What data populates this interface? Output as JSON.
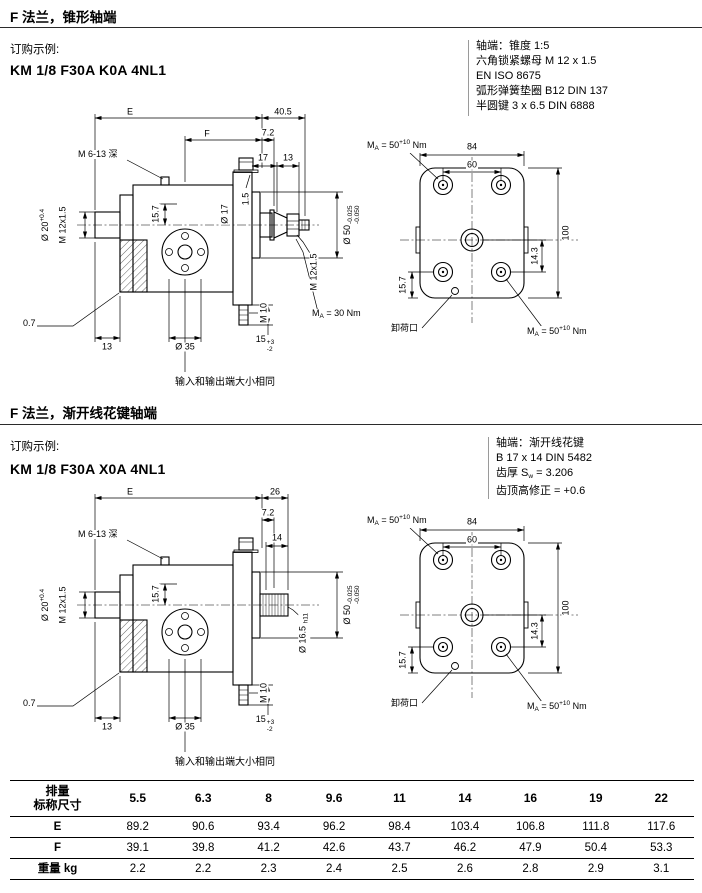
{
  "section1": {
    "title": "F 法兰，锥形轴端",
    "order_label": "订购示例:",
    "order_code": "KM 1/8 F30A K0A 4NL1",
    "specs": [
      "轴端：锥度 1:5",
      "六角锁紧螺母 M 12 x 1.5",
      "EN ISO 8675",
      "弧形弹簧垫圈 B12  DIN 137",
      "半圆键 3 x 6.5  DIN 6888"
    ],
    "side": {
      "dim_40_5": "40.5",
      "dim_f": "F",
      "dim_17": "17",
      "dim_13": "13",
      "dia17": "Ø 17",
      "dim_1_5": "1.5",
      "m12_shaft": "M 12x1.5",
      "ma30": {
        "pre": "M",
        "sub": "A",
        "post": " = 30 Nm"
      }
    }
  },
  "section2": {
    "title": "F 法兰，渐开线花键轴端",
    "order_label": "订购示例:",
    "order_code": "KM 1/8 F30A X0A 4NL1",
    "specs": [
      "轴端：渐开线花键",
      "B 17 x 14  DIN 5482"
    ],
    "spec_tooth": {
      "pre": "齿厚 S",
      "sub": "w",
      "post": " = 3.206"
    },
    "spec_correction": "齿顶高修正 = +0.6",
    "side": {
      "dim_26": "26",
      "dim_14": "14",
      "dia16_5": {
        "base": "Ø 16.5 ",
        "sub": "h11"
      }
    }
  },
  "side_shared": {
    "dim_e": "E",
    "dim_7_2": "7.2",
    "m6": "M 6-13 深",
    "dia20": {
      "base": "Ø 20",
      "sup": "+0.4"
    },
    "m12_port": "M 12x1.5",
    "dim_15_7": "15.7",
    "dia50": {
      "base": "Ø 50",
      "tol_u": "-0.025",
      "tol_l": "-0.050"
    },
    "m10": "M 10",
    "dim_0_7": "0.7",
    "dim_13": "13",
    "dia35": "Ø 35",
    "dim_15": {
      "base": "15",
      "tol_u": "+3",
      "tol_l": "-2"
    },
    "note": "输入和输出端大小相同"
  },
  "front_shared": {
    "dim_84": "84",
    "dim_60": "60",
    "dim_100": "100",
    "dim_14_3": "14.3",
    "dim_15_7": "15.7",
    "port_label": "卸荷口",
    "torque": {
      "pre": "M",
      "sub": "A",
      "mid": " = 50",
      "sup": "+10",
      "post": " Nm"
    }
  },
  "table": {
    "header_line1": "排量",
    "header_line2": "标称尺寸",
    "columns": [
      "5.5",
      "6.3",
      "8",
      "9.6",
      "11",
      "14",
      "16",
      "19",
      "22"
    ],
    "rows": [
      {
        "label": "E",
        "values": [
          "89.2",
          "90.6",
          "93.4",
          "96.2",
          "98.4",
          "103.4",
          "106.8",
          "111.8",
          "117.6"
        ]
      },
      {
        "label": "F",
        "values": [
          "39.1",
          "39.8",
          "41.2",
          "42.6",
          "43.7",
          "46.2",
          "47.9",
          "50.4",
          "53.3"
        ]
      },
      {
        "label": "重量 kg",
        "values": [
          "2.2",
          "2.2",
          "2.3",
          "2.4",
          "2.5",
          "2.6",
          "2.8",
          "2.9",
          "3.1"
        ]
      }
    ]
  }
}
